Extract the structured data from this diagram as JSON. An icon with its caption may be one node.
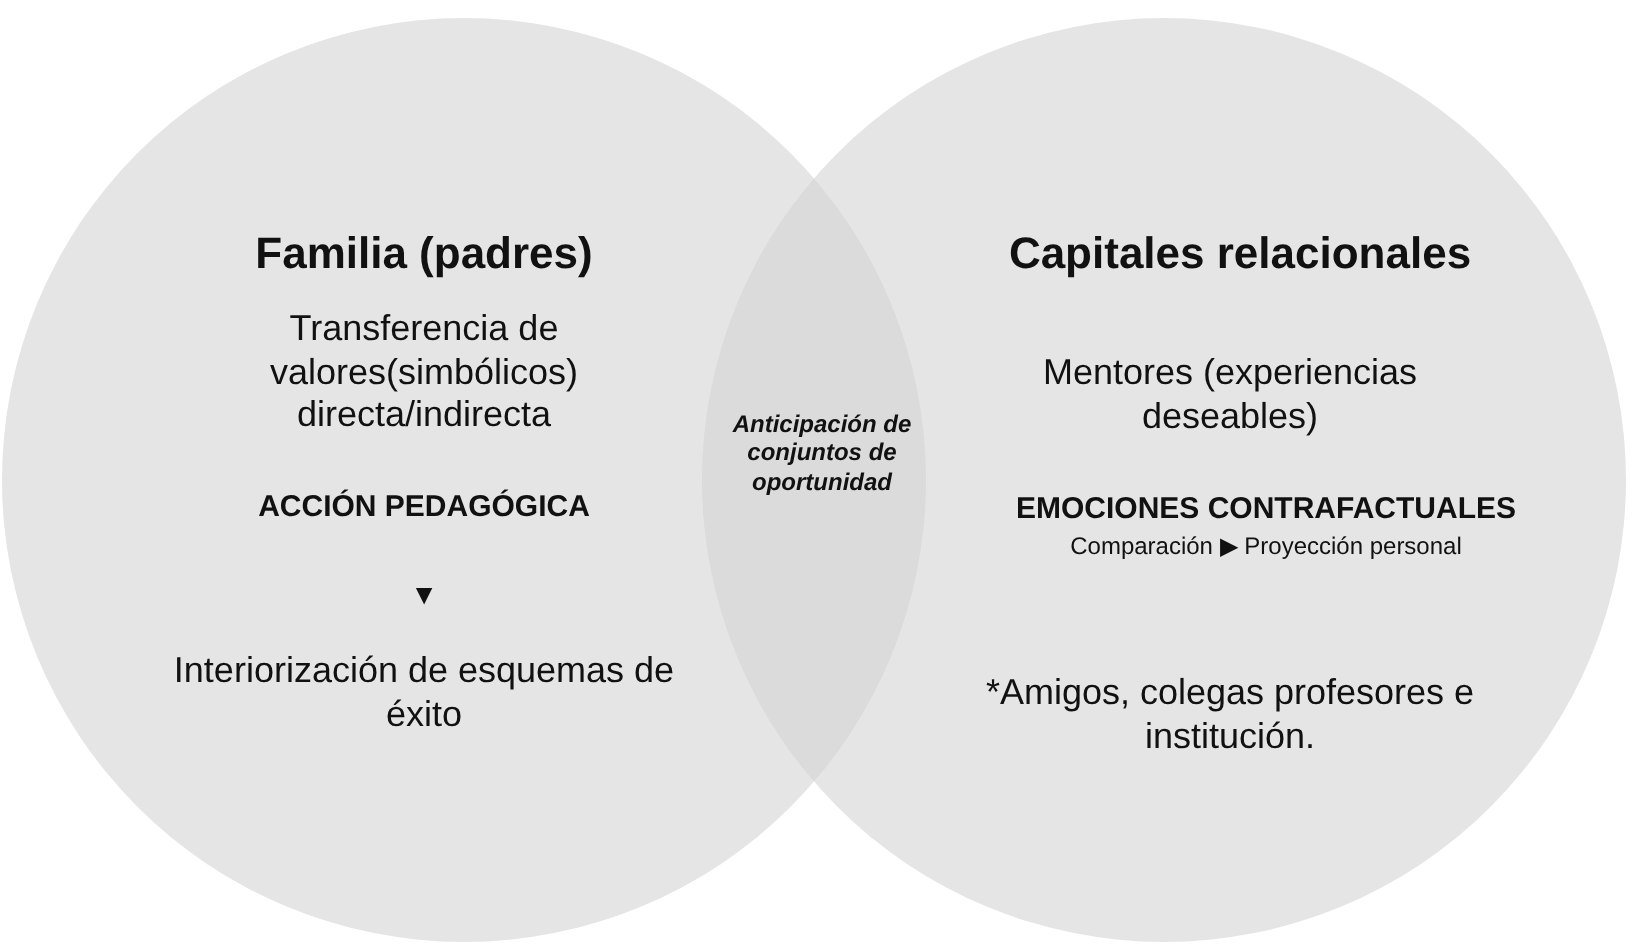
{
  "diagram": {
    "nodes": [
      {
        "text": [
          "Familia (padres)",
          "Transferencia de valores(simbólicos) directa/indirecta",
          "ACCIÓN PEDAGÓGICA",
          "▼",
          "Interiorización de esquemas de éxito"
        ]
      },
      {
        "text": [
          "Capitales relacionales",
          "Mentores (experiencias deseables)",
          "EMOCIONES CONTRAFACTUALES",
          "Comparación ▶ Proyección personal",
          "*Amigos, colegas profesores e institución."
        ]
      },
      {
        "text": [
          "Anticipación de conjuntos de oportunidad"
        ]
      }
    ]
  }
}
